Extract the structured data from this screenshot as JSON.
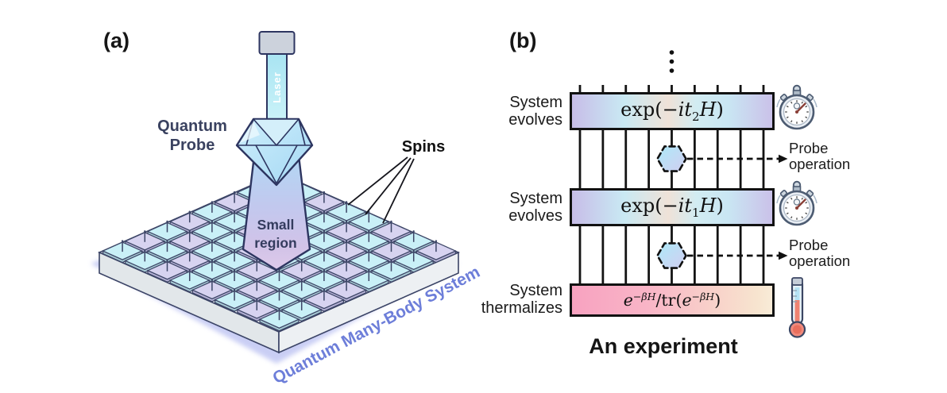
{
  "figure": {
    "background": "#ffffff",
    "panel_a": {
      "tag": "(a)",
      "probe_label": {
        "line1": "Quantum",
        "line2": "Probe"
      },
      "laser_label": "Laser",
      "spins_label": "Spins",
      "region_label": {
        "line1": "Small",
        "line2": "region"
      },
      "system_label": "Quantum Many-Body System",
      "grid": {
        "rows": 8,
        "cols": 8,
        "tile_pattern": [
          "lclcclcl",
          "clcclclc",
          "lclcclcc",
          "ccllcclc",
          "lcclclcl",
          "clcclccl",
          "lclcclcc",
          "cclclclc"
        ]
      },
      "icons": [
        "laser-beam-icon",
        "diamond-probe-icon",
        "light-cone-icon",
        "spin-pin-icon"
      ],
      "colors": {
        "tile_cyan": "#c9f0f7",
        "tile_cyan_side": "#a9ccd6",
        "tile_lavender": "#d7d3f0",
        "tile_lavender_side": "#b6b2d6",
        "outline": "#3c4566",
        "platform_top": "#f8fafc",
        "platform_shadow": "#c7ccf4",
        "probe_text": "#3a4260",
        "system_text": "#6d7ed9"
      }
    },
    "panel_b": {
      "tag": "(b)",
      "wire_count": 9,
      "dots_count": 3,
      "rows": {
        "evolve2_label": {
          "line1": "System",
          "line2": "evolves"
        },
        "evolve1_label": {
          "line1": "System",
          "line2": "evolves"
        },
        "thermalize_label": {
          "line1": "System",
          "line2": "thermalizes"
        }
      },
      "gate2": {
        "p1": "exp(−",
        "p2": "it",
        "p3": "2",
        "p4": "H",
        "p5": ")"
      },
      "gate1": {
        "p1": "exp(−",
        "p2": "it",
        "p3": "1",
        "p4": "H",
        "p5": ")"
      },
      "thermal_gate": {
        "e1": "e",
        "s1": "−βH",
        "mid": "/tr(",
        "e2": "e",
        "s2": "−βH",
        "end": ")"
      },
      "probe_op1": {
        "line1": "Probe",
        "line2": "operation"
      },
      "probe_op2": {
        "line1": "Probe",
        "line2": "operation"
      },
      "caption": "An experiment",
      "icons": [
        "stopwatch-icon",
        "stopwatch-icon",
        "thermometer-icon",
        "hexagon-probe-gate-icon"
      ],
      "colors": {
        "gate_evolve_left": "#c7bde8",
        "gate_evolve_mid": "#c9e9f3",
        "gate_evolve_peach": "#efe2d8",
        "gate_thermal_left": "#f8a2c0",
        "gate_thermal_right": "#f9ecd8",
        "hexagon_top": "#ace9f8",
        "hexagon_bottom": "#cfcdf0",
        "wire": "#131313",
        "stopwatch_hand": "#8a4038",
        "thermometer_red": "#ef8271"
      }
    }
  }
}
